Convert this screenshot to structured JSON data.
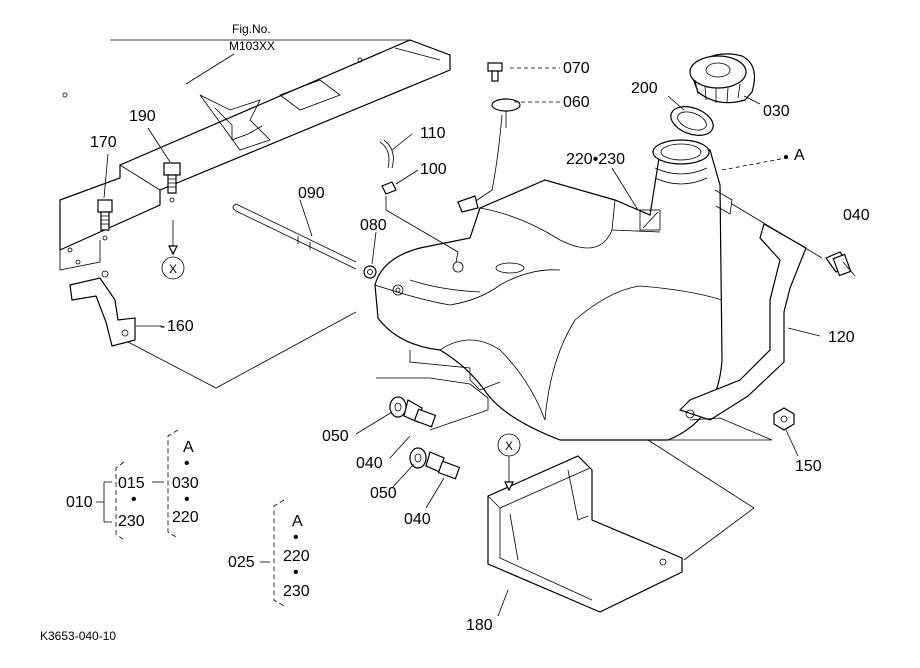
{
  "figure": {
    "fig_no_label": "Fig.No.",
    "fig_no_value": "M103XX",
    "drawing_id": "K3653-040-10"
  },
  "callouts": {
    "p070": "070",
    "p060": "060",
    "p200": "200",
    "p030": "030",
    "p110": "110",
    "p100": "100",
    "p220_230": "220•230",
    "pA": "A",
    "p040_right": "040",
    "p090": "090",
    "p080": "080",
    "p170": "170",
    "p190": "190",
    "p160": "160",
    "p120": "120",
    "p050_a": "050",
    "p040_a": "040",
    "p050_b": "050",
    "p040_b": "040",
    "p150": "150",
    "p180": "180",
    "marker_x": "X"
  },
  "legend": {
    "g010": {
      "parent": "010",
      "child_top": "015",
      "child_bottom": "230",
      "sub_top": "A",
      "sub_mid": "030",
      "sub_bottom": "220"
    },
    "g025": {
      "parent": "025",
      "item1": "A",
      "item2": "220",
      "item3": "230"
    },
    "dot": "•"
  }
}
